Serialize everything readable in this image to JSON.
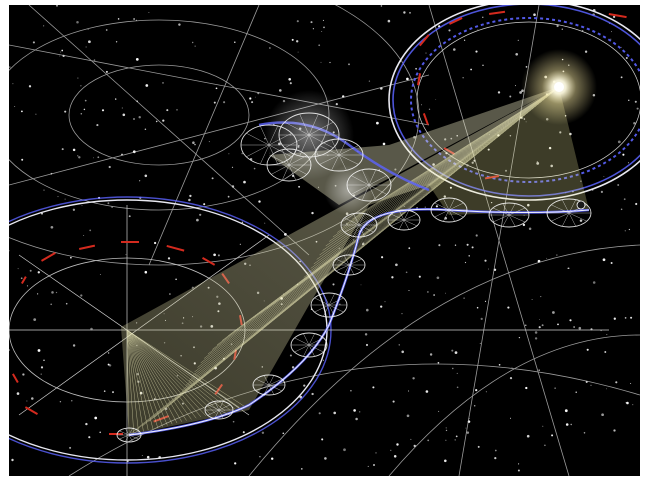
{
  "scene": {
    "subject": "orbital-diagram-over-starfield",
    "colors": {
      "background": "#000000",
      "page": "#ffffff",
      "grid": "#d8d8d8",
      "ring_blue": "#5b63ff",
      "ring_white": "#e8e8f0",
      "label_red": "#d42a1e",
      "beam_yellow": "#f3f0a0",
      "sun_glow": "#fff6c8"
    },
    "icons": [
      "sun-glow",
      "planet-dot",
      "star-field"
    ]
  }
}
